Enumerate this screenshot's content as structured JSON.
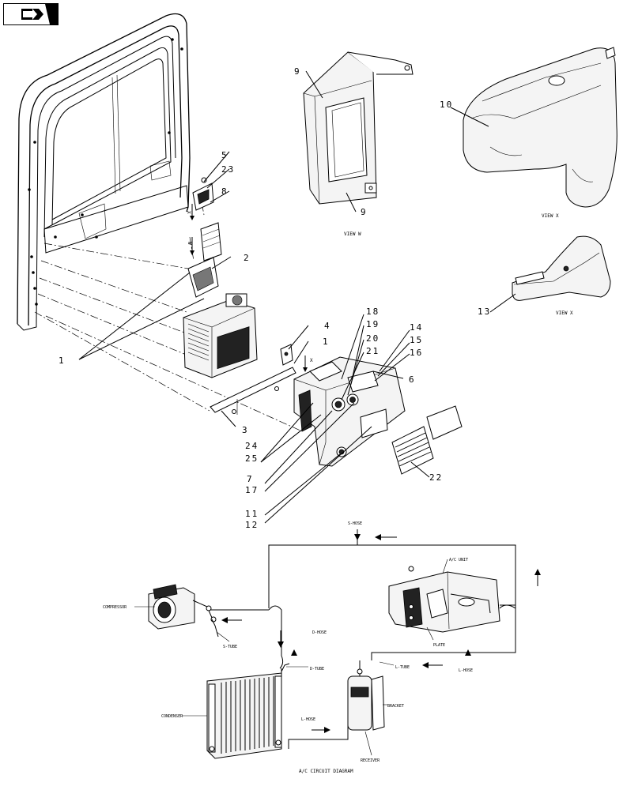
{
  "nav": {
    "icon": "forward-arrow-icon"
  },
  "callouts": {
    "c1a": "1",
    "c1b": "1",
    "c2": "2",
    "c3": "3",
    "c4": "4",
    "c5": "5",
    "c6": "6",
    "c7": "7",
    "c8": "8",
    "c9a": "9",
    "c9b": "9",
    "c10": "10",
    "c11": "11",
    "c12": "12",
    "c13": "13",
    "c14": "14",
    "c15": "15",
    "c16": "16",
    "c17": "17",
    "c18": "18",
    "c19": "19",
    "c20": "20",
    "c21": "21",
    "c22": "22",
    "c23": "23",
    "c24": "24",
    "c25": "25"
  },
  "views": {
    "view_w": "VIEW W",
    "view_x1": "VIEW X",
    "view_x2": "VIEW X",
    "marker_w": "W",
    "marker_x1": "X",
    "marker_x2": "X"
  },
  "circuit": {
    "title": "A/C CIRCUIT DIAGRAM",
    "compressor": "COMPRESSOR",
    "s_tube": "S-TUBE",
    "s_hose": "S-HOSE",
    "d_hose": "D-HOSE",
    "d_tube": "D-TUBE",
    "condenser": "CONDENSER",
    "l_hose_bottom": "L-HOSE",
    "l_tube": "L-TUBE",
    "l_hose_right": "L-HOSE",
    "bracket": "BRACKET",
    "receiver": "RECEIVER",
    "ac_unit": "A/C UNIT",
    "plate": "PLATE"
  }
}
